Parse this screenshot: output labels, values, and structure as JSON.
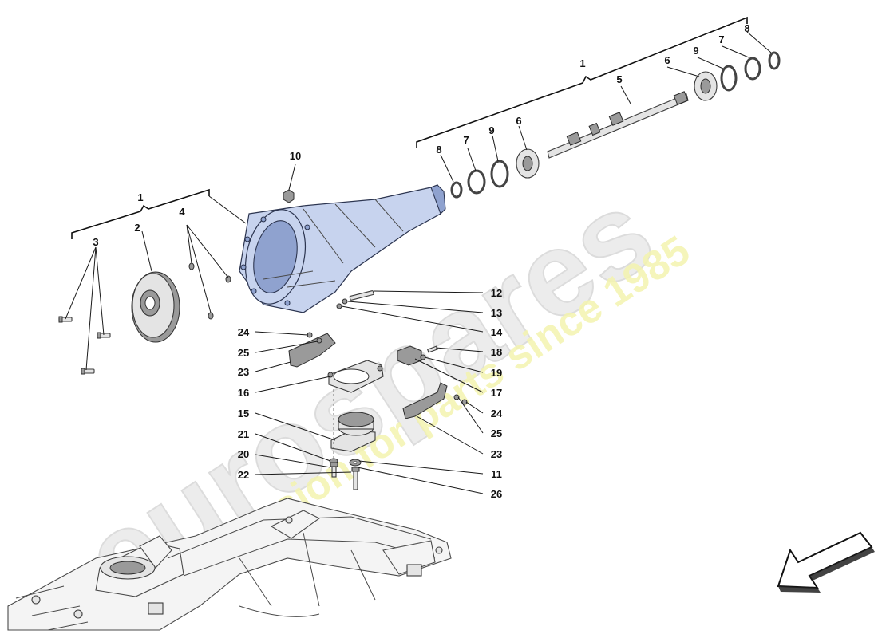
{
  "diagram": {
    "callouts": [
      {
        "id": "c1a",
        "label": "1"
      },
      {
        "id": "c1b",
        "label": "1"
      },
      {
        "id": "c2",
        "label": "2"
      },
      {
        "id": "c3",
        "label": "3"
      },
      {
        "id": "c4",
        "label": "4"
      },
      {
        "id": "c5",
        "label": "5"
      },
      {
        "id": "c6a",
        "label": "6"
      },
      {
        "id": "c6b",
        "label": "6"
      },
      {
        "id": "c7a",
        "label": "7"
      },
      {
        "id": "c7b",
        "label": "7"
      },
      {
        "id": "c8a",
        "label": "8"
      },
      {
        "id": "c8b",
        "label": "8"
      },
      {
        "id": "c9a",
        "label": "9"
      },
      {
        "id": "c9b",
        "label": "9"
      },
      {
        "id": "c10",
        "label": "10"
      },
      {
        "id": "c11",
        "label": "11"
      },
      {
        "id": "c12",
        "label": "12"
      },
      {
        "id": "c13",
        "label": "13"
      },
      {
        "id": "c14",
        "label": "14"
      },
      {
        "id": "c15",
        "label": "15"
      },
      {
        "id": "c16",
        "label": "16"
      },
      {
        "id": "c17",
        "label": "17"
      },
      {
        "id": "c18",
        "label": "18"
      },
      {
        "id": "c19",
        "label": "19"
      },
      {
        "id": "c20",
        "label": "20"
      },
      {
        "id": "c21",
        "label": "21"
      },
      {
        "id": "c22",
        "label": "22"
      },
      {
        "id": "c23a",
        "label": "23"
      },
      {
        "id": "c23b",
        "label": "23"
      },
      {
        "id": "c24a",
        "label": "24"
      },
      {
        "id": "c24b",
        "label": "24"
      },
      {
        "id": "c25a",
        "label": "25"
      },
      {
        "id": "c25b",
        "label": "25"
      },
      {
        "id": "c26",
        "label": "26"
      }
    ],
    "watermark": {
      "brand": "eurospares",
      "tagline": "a passion for parts since 1985"
    },
    "colors": {
      "part_blue": "#c7d3ee",
      "part_outline": "#2c3550",
      "watermark_grey": "#e8e8e8",
      "watermark_yellow": "#f3f3a8",
      "callout_text": "#111111"
    },
    "icons": {
      "direction": "front-direction-arrow-icon"
    }
  }
}
